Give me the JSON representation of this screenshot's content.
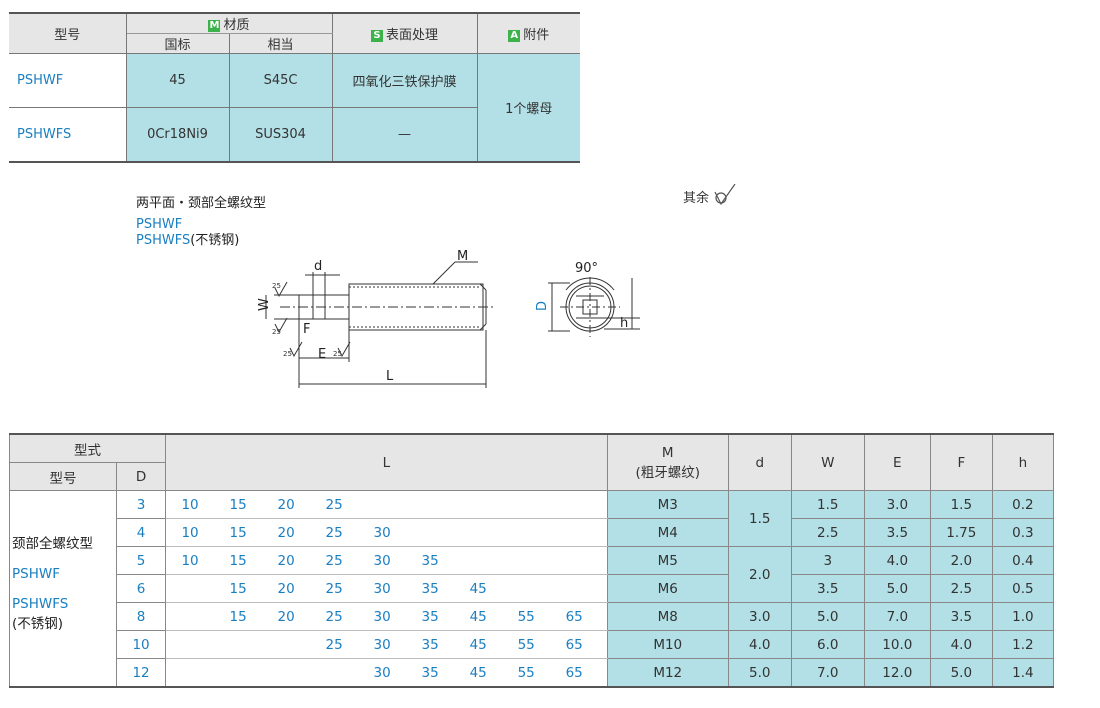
{
  "material_table": {
    "header": {
      "model": "型号",
      "material_badge": "M",
      "material": "材质",
      "national": "国标",
      "equivalent": "相当",
      "surface_badge": "S",
      "surface": "表面处理",
      "accessory_badge": "A",
      "accessory": "附件"
    },
    "rows": [
      {
        "model": "PSHWF",
        "national": "45",
        "equivalent": "S45C",
        "surface": "四氧化三铁保护膜"
      },
      {
        "model": "PSHWFS",
        "national": "0Cr18Ni9",
        "equivalent": "SUS304",
        "surface": "—"
      }
    ],
    "accessory_value": "1个螺母"
  },
  "drawing": {
    "type_title": "两平面・颈部全螺纹型",
    "model_line1": "PSHWF",
    "model_line2_code": "PSHWFS",
    "model_line2_suffix": "(不锈钢)",
    "rest_note": "其余",
    "labels": {
      "d": "d",
      "M": "M",
      "W": "W",
      "F": "F",
      "E": "E",
      "L": "L",
      "D": "D",
      "h": "h",
      "angle": "90°",
      "roughness": "25"
    }
  },
  "spec_table": {
    "header": {
      "type": "型式",
      "model": "型号",
      "D": "D",
      "L": "L",
      "M_line1": "M",
      "M_line2": "(粗牙螺纹)",
      "d": "d",
      "W": "W",
      "E": "E",
      "F": "F",
      "h": "h"
    },
    "group": {
      "type_name": "颈部全螺纹型",
      "model1": "PSHWF",
      "model2": "PSHWFS",
      "model2_note": "(不锈钢)"
    },
    "rows": [
      {
        "D": "3",
        "L": [
          "10",
          "15",
          "20",
          "25",
          "",
          "",
          "",
          "",
          ""
        ],
        "M": "M3",
        "W": "1.5",
        "E": "3.0",
        "F": "1.5",
        "h": "0.2"
      },
      {
        "D": "4",
        "L": [
          "10",
          "15",
          "20",
          "25",
          "30",
          "",
          "",
          "",
          ""
        ],
        "M": "M4",
        "W": "2.5",
        "E": "3.5",
        "F": "1.75",
        "h": "0.3"
      },
      {
        "D": "5",
        "L": [
          "10",
          "15",
          "20",
          "25",
          "30",
          "35",
          "",
          "",
          ""
        ],
        "M": "M5",
        "W": "3",
        "E": "4.0",
        "F": "2.0",
        "h": "0.4"
      },
      {
        "D": "6",
        "L": [
          "",
          "15",
          "20",
          "25",
          "30",
          "35",
          "45",
          "",
          ""
        ],
        "M": "M6",
        "W": "3.5",
        "E": "5.0",
        "F": "2.5",
        "h": "0.5"
      },
      {
        "D": "8",
        "L": [
          "",
          "15",
          "20",
          "25",
          "30",
          "35",
          "45",
          "55",
          "65"
        ],
        "M": "M8",
        "W": "5.0",
        "E": "7.0",
        "F": "3.5",
        "h": "1.0"
      },
      {
        "D": "10",
        "L": [
          "",
          "",
          "",
          "25",
          "30",
          "35",
          "45",
          "55",
          "65"
        ],
        "M": "M10",
        "W": "6.0",
        "E": "10.0",
        "F": "4.0",
        "h": "1.2"
      },
      {
        "D": "12",
        "L": [
          "",
          "",
          "",
          "",
          "30",
          "35",
          "45",
          "55",
          "65"
        ],
        "M": "M12",
        "W": "7.0",
        "E": "12.0",
        "F": "5.0",
        "h": "1.4"
      }
    ],
    "d_groups": [
      "1.5",
      "2.0",
      "3.0",
      "4.0",
      "5.0"
    ]
  }
}
